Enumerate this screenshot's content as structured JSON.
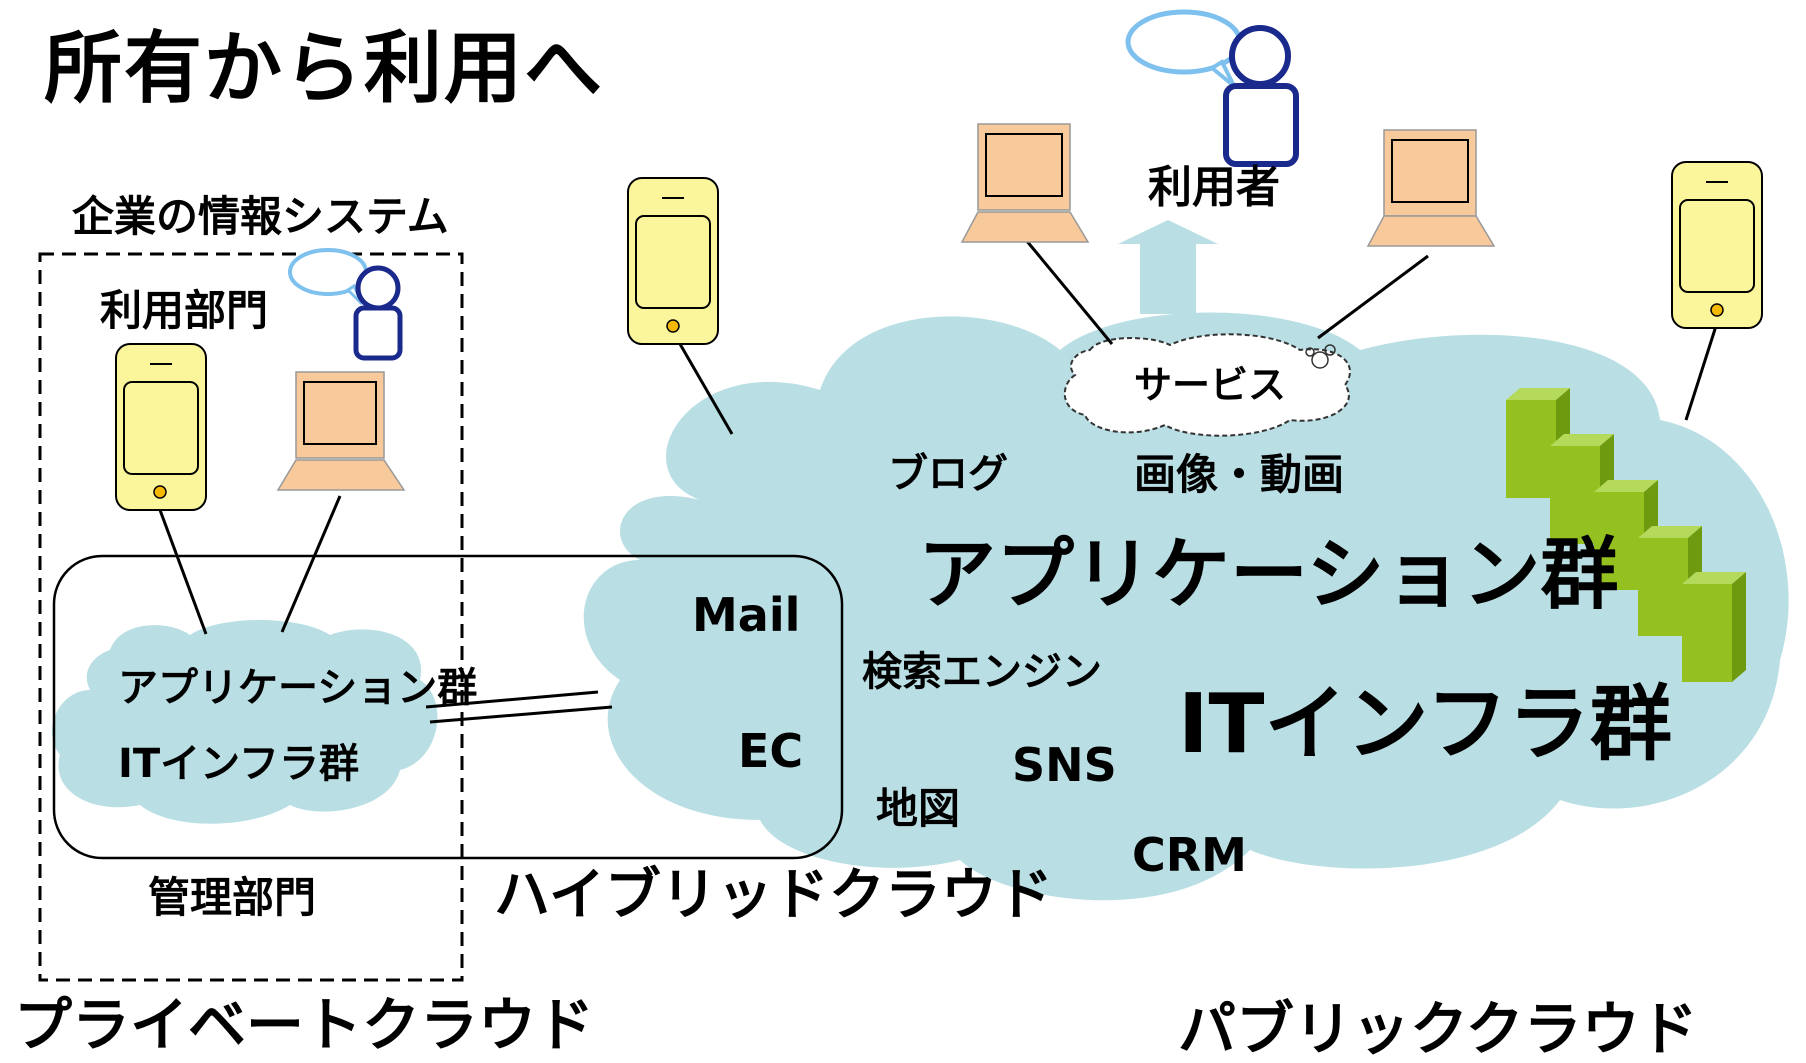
{
  "title": "所有から利用へ",
  "private_cloud": {
    "enterprise_label": "企業の情報システム",
    "user_dept_label": "利用部門",
    "mgmt_dept_label": "管理部門",
    "app_label": "アプリケーション群",
    "infra_label": "ITインフラ群",
    "caption": "プライベートクラウド"
  },
  "hybrid": {
    "caption": "ハイブリッドクラウド",
    "items": [
      "Mail",
      "EC"
    ]
  },
  "public_cloud": {
    "caption": "パブリッククラウド",
    "users_label": "利用者",
    "services_label": "サービス",
    "blog_label": "ブログ",
    "media_label": "画像・動画",
    "app_label": "アプリケーション群",
    "infra_label": "ITインフラ群",
    "search_label": "検索エンジン",
    "sns_label": "SNS",
    "map_label": "地図",
    "crm_label": "CRM"
  },
  "colors": {
    "cloud_fill": "#b9dfe4",
    "phone_fill": "#fbf59b",
    "laptop_fill": "#f8c99a",
    "person_stroke": "#1a2a8c",
    "bubble_stroke": "#7ec0ee",
    "server_fill": "#94c11f",
    "arrow_fill": "#b9dfe4"
  }
}
